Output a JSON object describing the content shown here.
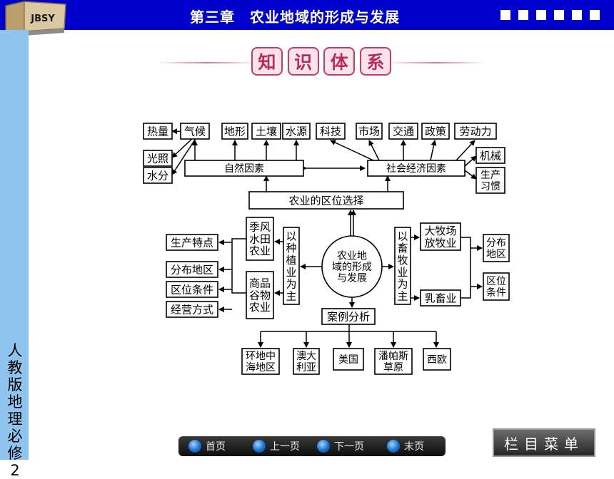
{
  "header": {
    "chapter_title": "第三章　农业地域的形成与发展",
    "logo_text": "JBSY",
    "bg_color": "#0000cc"
  },
  "sidebar": {
    "book_text": "人教版地理必修2",
    "bg_color": "#8fc4ee"
  },
  "section_title": [
    "知",
    "识",
    "体",
    "系"
  ],
  "diagram": {
    "factors_natural_top": [
      "气候",
      "地形",
      "土壤",
      "水源"
    ],
    "factors_social_top": [
      "科技",
      "市场",
      "交通",
      "政策",
      "劳动力"
    ],
    "climate_sub": [
      "热量",
      "光照",
      "水分"
    ],
    "social_right": [
      "机械",
      "生产\n习惯"
    ],
    "natural_box": "自然因素",
    "social_box": "社会经济因素",
    "location_choice": "农业的区位选择",
    "center": "农业地\n域的形成\n与发展",
    "planting_main": "以\n种\n植\n业\n为\n主",
    "livestock_main": "以\n畜\n牧\n业\n为\n主",
    "planting_types": [
      "季风\n水田\n农业",
      "商品\n谷物\n农业"
    ],
    "livestock_types": [
      "大牧场\n放牧业",
      "乳畜业"
    ],
    "left_features": [
      "生产特点",
      "分布地区",
      "区位条件",
      "经营方式"
    ],
    "right_features": [
      "分布\n地区",
      "区位\n条件"
    ],
    "case_study": "案例分析",
    "cases": [
      "环地中\n海地区",
      "澳大\n利亚",
      "美国",
      "潘帕斯\n草原",
      "西欧"
    ]
  },
  "nav": {
    "first": "首页",
    "prev": "上一页",
    "next": "下一页",
    "last": "末页",
    "menu": "栏目菜单"
  }
}
